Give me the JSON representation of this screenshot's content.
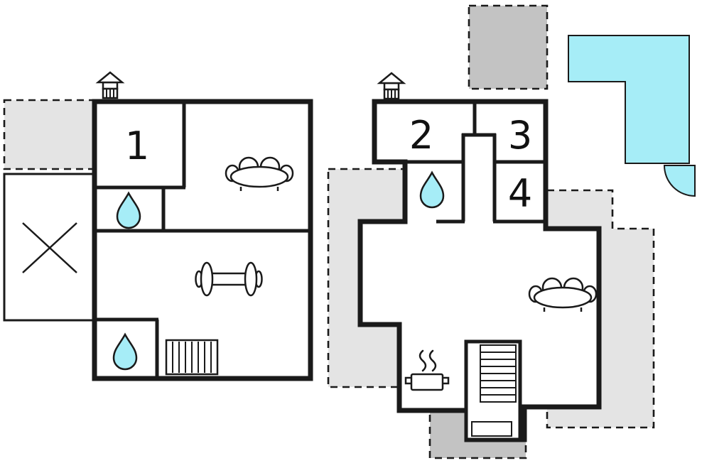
{
  "colors": {
    "wall": "#1a1a1a",
    "water": "#a6edf7",
    "terrace_light": "#e4e4e4",
    "terrace_dark": "#c3c3c3"
  },
  "units": {
    "left": {
      "rooms": {
        "room1": "1"
      }
    },
    "right": {
      "rooms": {
        "room2": "2",
        "room3": "3",
        "room4": "4"
      }
    }
  }
}
